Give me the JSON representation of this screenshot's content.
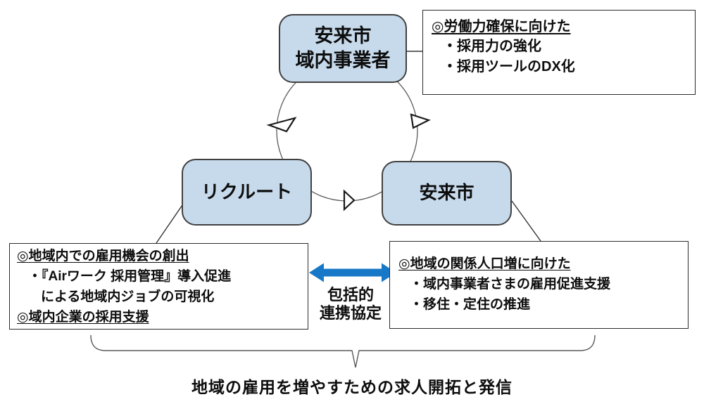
{
  "diagram": {
    "nodes": {
      "top": {
        "label_line1": "安来市",
        "label_line2": "域内事業者"
      },
      "left": {
        "label": "リクルート"
      },
      "right": {
        "label": "安来市"
      }
    },
    "annotations": {
      "top_right": {
        "heading": "◎労働力確保に向けた",
        "items": [
          "・採用力の強化",
          "・採用ツールのDX化"
        ]
      },
      "bottom_left": {
        "heading": "◎地域内での雇用機会の創出",
        "items": [
          "・『Airワーク 採用管理』導入促進",
          "による地域内ジョブの可視化"
        ],
        "heading2": "◎域内企業の採用支援"
      },
      "bottom_right": {
        "heading": "◎地域の関係人口増に向けた",
        "items": [
          "・域内事業者さまの雇用促進支援",
          "・移住・定住の推進"
        ]
      }
    },
    "partnership": {
      "line1": "包括的",
      "line2": "連携協定"
    },
    "caption": "地域の雇用を増やすための求人開拓と発信",
    "colors": {
      "node_fill": "#C7DAEC",
      "node_border": "#404040",
      "arrow_blue": "#1878C8",
      "line_gray": "#595959",
      "arrowhead_stroke": "#1a1a1a"
    }
  }
}
